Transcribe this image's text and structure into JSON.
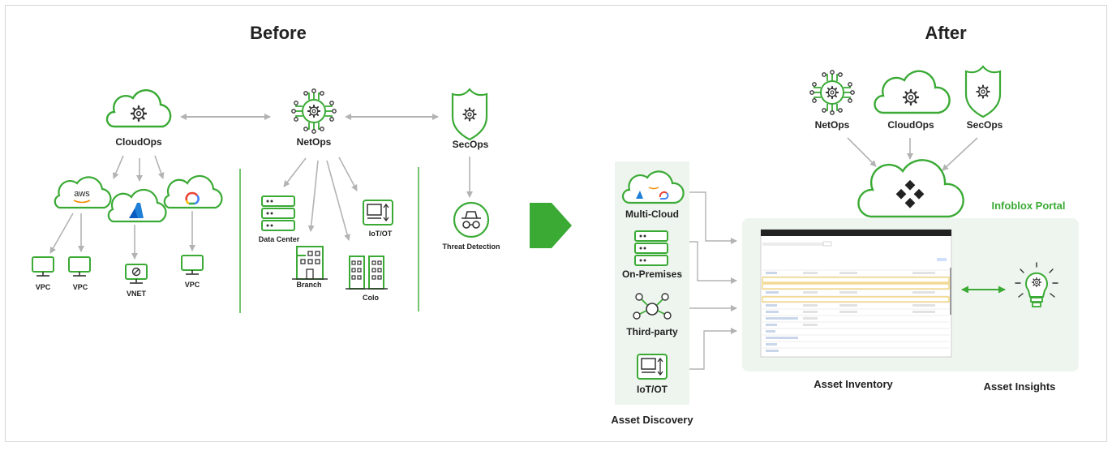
{
  "before": {
    "title": "Before",
    "nodes": {
      "cloudops": "CloudOps",
      "netops": "NetOps",
      "secops": "SecOps",
      "threat": "Threat Detection",
      "datacenter": "Data Center",
      "branch": "Branch",
      "colo": "Colo",
      "iot": "IoT/OT",
      "vpc1": "VPC",
      "vpc2": "VPC",
      "vnet": "VNET",
      "vpc3": "VPC",
      "aws_logo": "aws"
    }
  },
  "after": {
    "title": "After",
    "netops": "NetOps",
    "cloudops": "CloudOps",
    "secops": "SecOps",
    "portal": "Infoblox Portal",
    "discovery": {
      "label": "Asset Discovery",
      "items": [
        "Multi-Cloud",
        "On-Premises",
        "Third-party",
        "IoT/OT"
      ]
    },
    "inventory": "Asset Inventory",
    "insights": "Asset Insights"
  },
  "colors": {
    "green": "#3aaa35",
    "arrow": "#b3b3b3",
    "panel": "#eef5ee",
    "text": "#222222"
  }
}
